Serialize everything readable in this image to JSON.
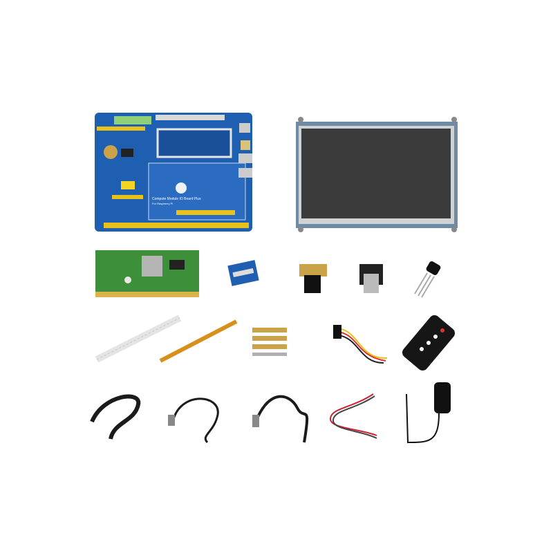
{
  "scene": {
    "background": "#ffffff",
    "items": [
      "io-board",
      "lcd-display",
      "compute-module",
      "fpc-adapter",
      "hdmi-adapter-a",
      "hdmi-adapter-b",
      "temperature-sensor",
      "ribbon-cable",
      "fpc-cable",
      "copper-standoffs",
      "jumper-wires",
      "ir-remote",
      "usb-c-cable",
      "usb-micro-cable",
      "usb-mini-cable",
      "dupont-wires",
      "power-adapter"
    ]
  },
  "board": {
    "title": "Compute Module IO Board Plus",
    "subtitle": "For Raspberry Pi",
    "color": "#1f5fb2"
  },
  "colors": {
    "pcb_green": "#3d8f3a",
    "lcd_screen": "#3b3b3b",
    "header_yellow": "#e8c21a",
    "fpc_orange": "#d8901c",
    "copper": "#c9a24a",
    "cable_black": "#1b1b1b"
  }
}
